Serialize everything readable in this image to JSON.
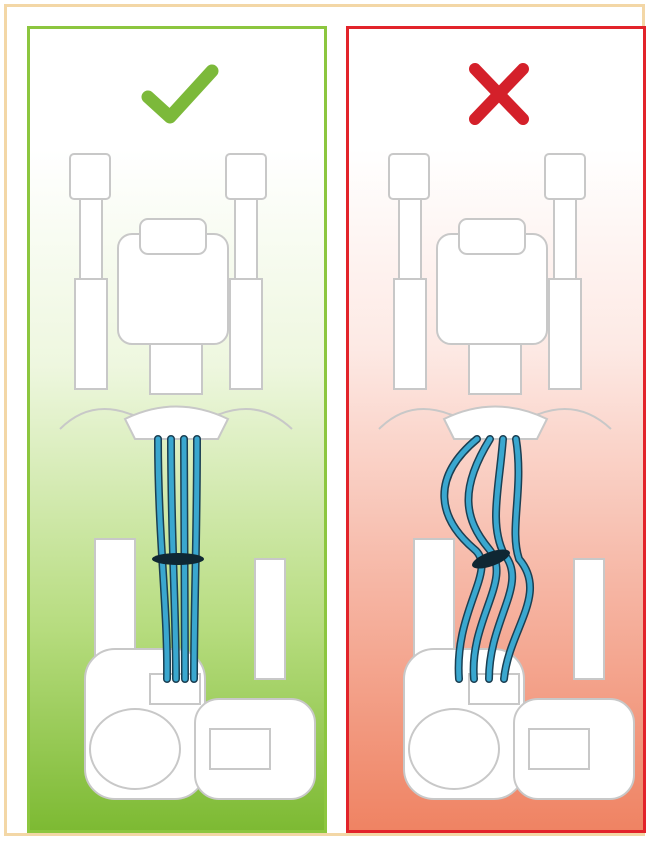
{
  "colors": {
    "correct_accent": "#8cc63f",
    "wrong_accent": "#e2232a",
    "outer_border": "#f3d7a6",
    "hose_color": "#2f9dbf"
  },
  "panels": [
    {
      "id": "correct",
      "mark_icon": "checkmark-icon",
      "hoses": "straight-bundled"
    },
    {
      "id": "wrong",
      "mark_icon": "cross-icon",
      "hoses": "twisted"
    }
  ]
}
